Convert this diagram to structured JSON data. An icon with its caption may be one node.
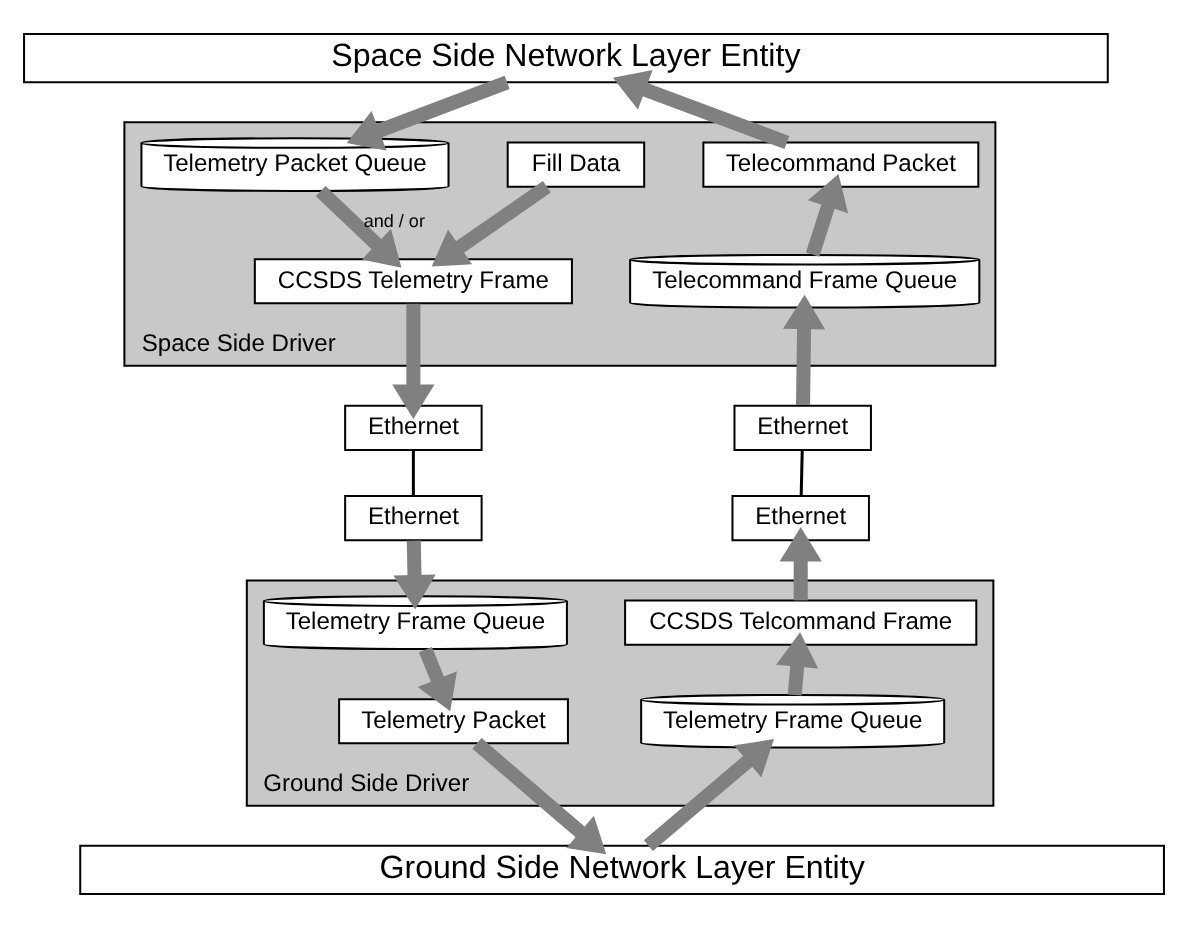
{
  "diagram": {
    "nodes": [
      {
        "text": [
          "Space Side Network Layer Entity"
        ]
      },
      {
        "text": [
          "Space Side Driver"
        ]
      },
      {
        "text": [
          "Telemetry Packet Queue"
        ],
        "in": 1
      },
      {
        "text": [
          "Fill Data"
        ],
        "in": 1
      },
      {
        "text": [
          "CCSDS Telemetry Frame"
        ],
        "in": 1
      },
      {
        "text": [
          "Telecommand Packet"
        ],
        "in": 1
      },
      {
        "text": [
          "Telecommand Frame Queue"
        ],
        "in": 1
      },
      {
        "text": [
          "Ethernet"
        ]
      },
      {
        "text": [
          "Ethernet"
        ]
      },
      {
        "text": [
          "Ethernet"
        ]
      },
      {
        "text": [
          "Ethernet"
        ]
      },
      {
        "text": [
          "Ground Side Driver"
        ]
      },
      {
        "text": [
          "Telemetry Frame Queue"
        ],
        "in": 11
      },
      {
        "text": [
          "Telemetry Packet"
        ],
        "in": 11
      },
      {
        "text": [
          "CCSDS Telcommand Frame"
        ],
        "in": 11
      },
      {
        "text": [
          "Telemetry Frame Queue"
        ],
        "in": 11
      },
      {
        "text": [
          "Ground Side Network Layer Entity"
        ]
      }
    ],
    "edges": [
      {
        "from": 0,
        "to": 2,
        "arrow": "to"
      },
      {
        "from": 2,
        "to": 4,
        "arrow": "to",
        "label": "and / or"
      },
      {
        "from": 3,
        "to": 4,
        "arrow": "to"
      },
      {
        "from": 4,
        "to": 7,
        "arrow": "to"
      },
      {
        "from": 7,
        "to": 9,
        "arrow": "none",
        "color": "#000000"
      },
      {
        "from": 9,
        "to": 12,
        "arrow": "to"
      },
      {
        "from": 12,
        "to": 13,
        "arrow": "to"
      },
      {
        "from": 13,
        "to": 16,
        "arrow": "to"
      },
      {
        "from": 16,
        "to": 15,
        "arrow": "to"
      },
      {
        "from": 15,
        "to": 14,
        "arrow": "to"
      },
      {
        "from": 14,
        "to": 10,
        "arrow": "to"
      },
      {
        "from": 10,
        "to": 8,
        "arrow": "none",
        "color": "#000000"
      },
      {
        "from": 8,
        "to": 6,
        "arrow": "to"
      },
      {
        "from": 6,
        "to": 5,
        "arrow": "to"
      },
      {
        "from": 5,
        "to": 0,
        "arrow": "to"
      }
    ]
  }
}
